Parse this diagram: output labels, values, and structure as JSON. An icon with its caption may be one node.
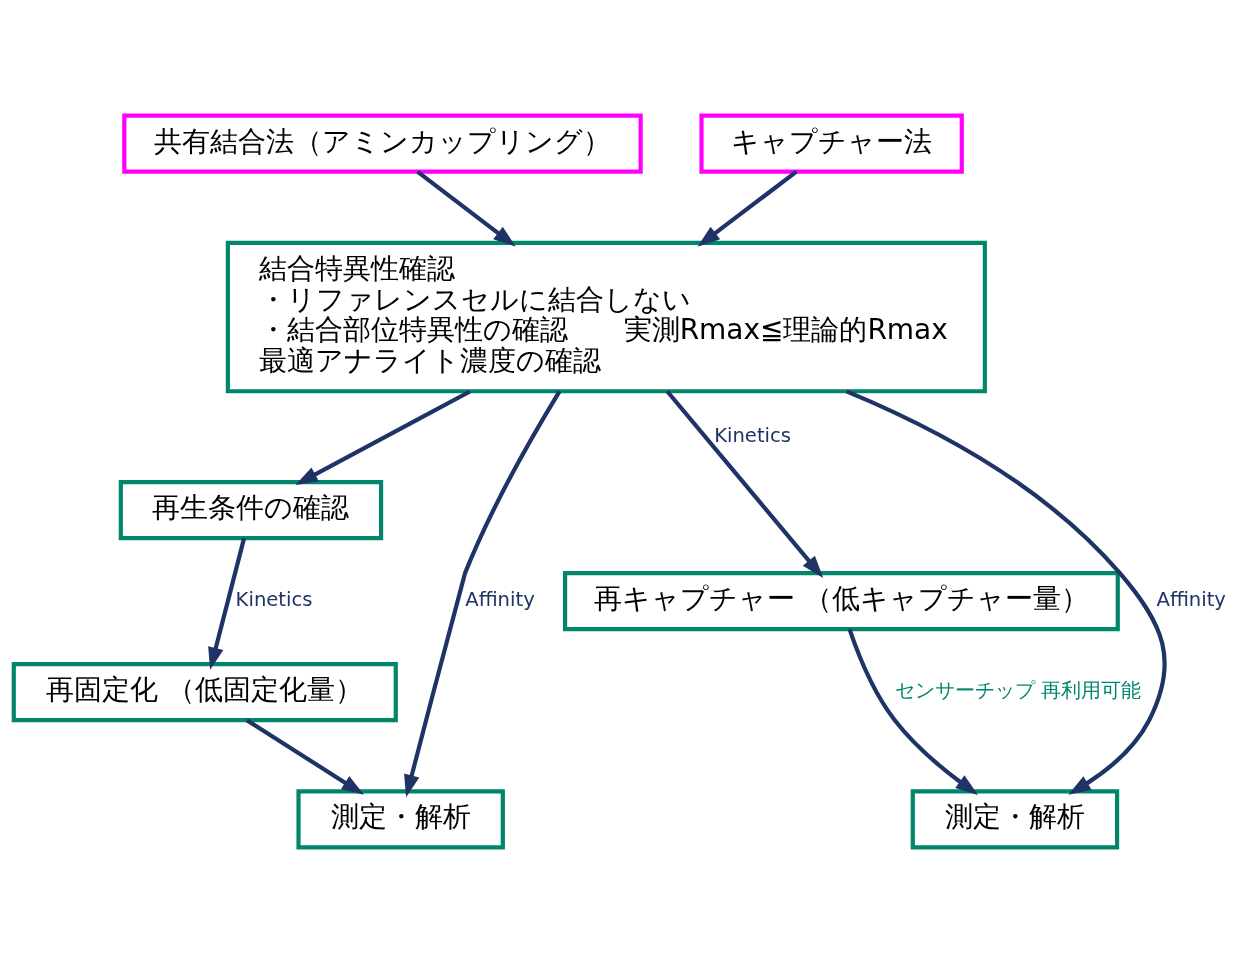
{
  "diagram": {
    "nodes": [
      {
        "text": [
          "共有結合法（アミンカップリング）"
        ]
      },
      {
        "text": [
          "キャプチャー法"
        ]
      },
      {
        "text": [
          "結合特異性確認",
          "・リファレンスセルに結合しない",
          "・結合部位特異性の確認　　実測Rmax≦理論的Rmax",
          "最適アナライト濃度の確認"
        ]
      },
      {
        "text": [
          "再生条件の確認"
        ]
      },
      {
        "text": [
          "再固定化 （低固定化量）"
        ]
      },
      {
        "text": [
          "測定・解析"
        ]
      },
      {
        "text": [
          "再キャプチャー （低キャプチャー量）"
        ]
      },
      {
        "text": [
          "測定・解析"
        ]
      }
    ],
    "edges": [
      {
        "from": 0,
        "to": 2,
        "arrow": "to"
      },
      {
        "from": 1,
        "to": 2,
        "arrow": "to"
      },
      {
        "from": 2,
        "to": 3,
        "arrow": "to"
      },
      {
        "from": 3,
        "to": 4,
        "arrow": "to",
        "label": "Kinetics"
      },
      {
        "from": 4,
        "to": 5,
        "arrow": "to"
      },
      {
        "from": 2,
        "to": 5,
        "arrow": "to",
        "label": "Affinity"
      },
      {
        "from": 2,
        "to": 7,
        "arrow": "to",
        "label": "Affinity"
      },
      {
        "from": 2,
        "to": 6,
        "arrow": "to",
        "label": "Kinetics"
      },
      {
        "from": 6,
        "to": 7,
        "arrow": "to",
        "label": "センサーチップ 再利用可能"
      }
    ]
  }
}
